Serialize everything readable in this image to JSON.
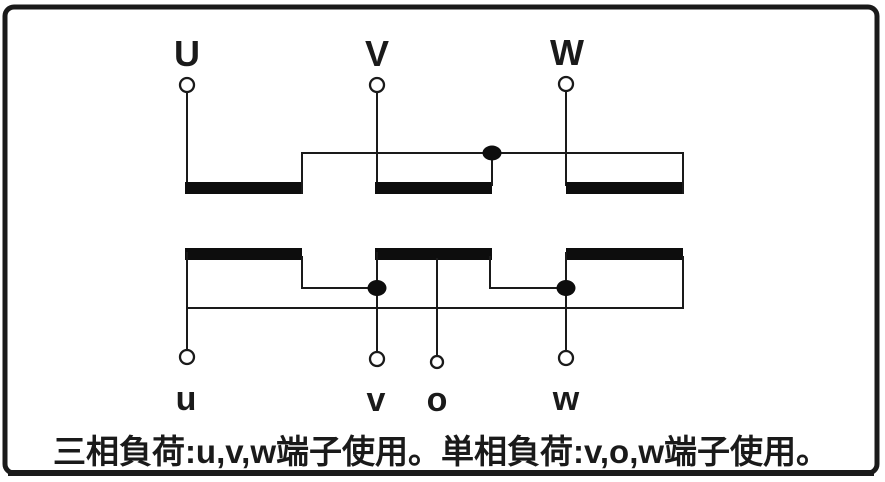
{
  "diagram": {
    "type": "transformer-wiring-diagram",
    "primary_terminals": [
      {
        "label": "U"
      },
      {
        "label": "V"
      },
      {
        "label": "W"
      }
    ],
    "secondary_terminals": [
      {
        "label": "u"
      },
      {
        "label": "v"
      },
      {
        "label": "o"
      },
      {
        "label": "w"
      }
    ],
    "caption": "三相負荷:u,v,w端子使用。単相負荷:v,o,w端子使用。",
    "colors": {
      "line": "#1a1a1a",
      "winding_fill": "#0d0d0d",
      "background": "#ffffff"
    }
  }
}
